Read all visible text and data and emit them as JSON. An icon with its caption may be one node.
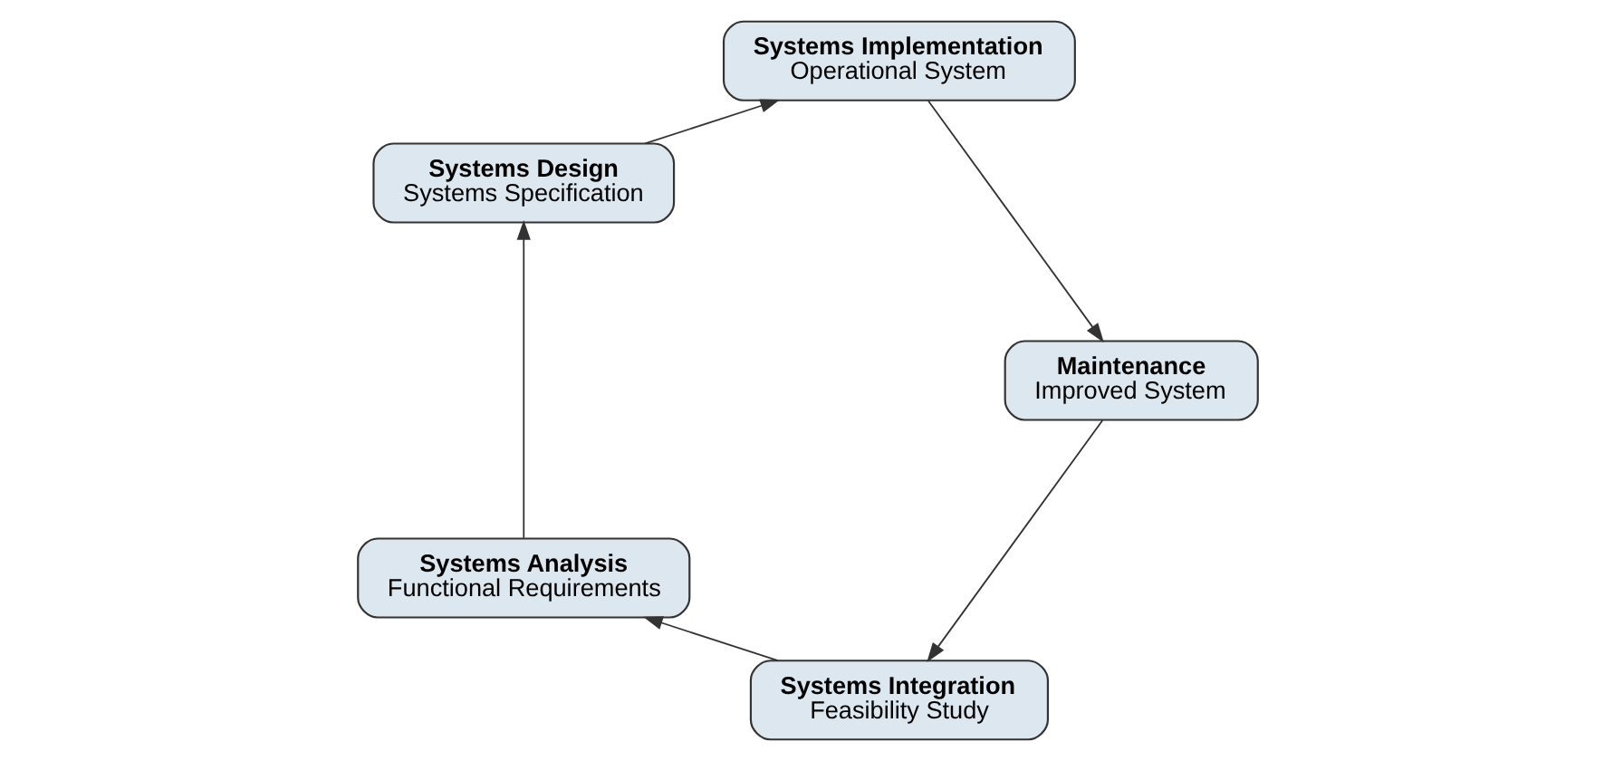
{
  "diagram": {
    "nodes": [
      {
        "text": [
          "Systems Integration",
          "Feasibility Study"
        ]
      },
      {
        "text": [
          "Systems Analysis",
          "Functional Requirements"
        ]
      },
      {
        "text": [
          "Systems Design",
          "Systems Specification"
        ]
      },
      {
        "text": [
          "Systems Implementation",
          "Operational System"
        ]
      },
      {
        "text": [
          "Maintenance",
          "Improved System"
        ]
      }
    ],
    "edges": [
      {
        "from": 0,
        "to": 1,
        "arrow": "to"
      },
      {
        "from": 1,
        "to": 2,
        "arrow": "to"
      },
      {
        "from": 2,
        "to": 3,
        "arrow": "to"
      },
      {
        "from": 3,
        "to": 4,
        "arrow": "to"
      },
      {
        "from": 4,
        "to": 0,
        "arrow": "to"
      }
    ]
  }
}
